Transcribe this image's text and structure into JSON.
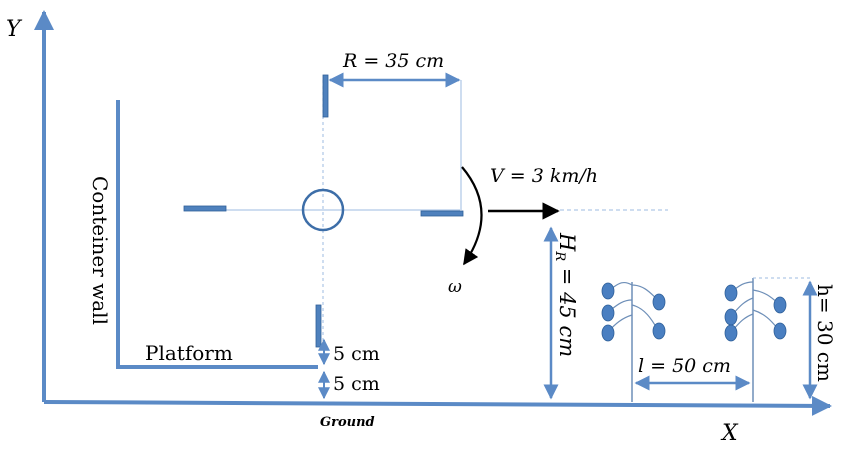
{
  "axes": {
    "y_label": "Y",
    "x_label": "X"
  },
  "labels": {
    "container_wall": "Conteiner wall",
    "platform": "Platform",
    "ground": "Ground",
    "radius": "R = 35 cm",
    "velocity": "V = 3 km/h",
    "omega": "ω",
    "height_rotor": "H",
    "height_rotor_sub": "R",
    "height_rotor_value": " = 45 cm",
    "gap_top": "5 cm",
    "gap_bottom": "5 cm",
    "plant_spacing": "l = 50 cm",
    "plant_height": "h= 30 cm"
  },
  "colors": {
    "axis": "#5b8ac6",
    "blade": "#4f81bd",
    "dim": "#5b8ac6",
    "hub": "#3d6ea8",
    "leaf": "#4a7fc1",
    "leaf_stroke": "#2e5f99",
    "text": "#000000",
    "guide": "#9dbbe0"
  }
}
